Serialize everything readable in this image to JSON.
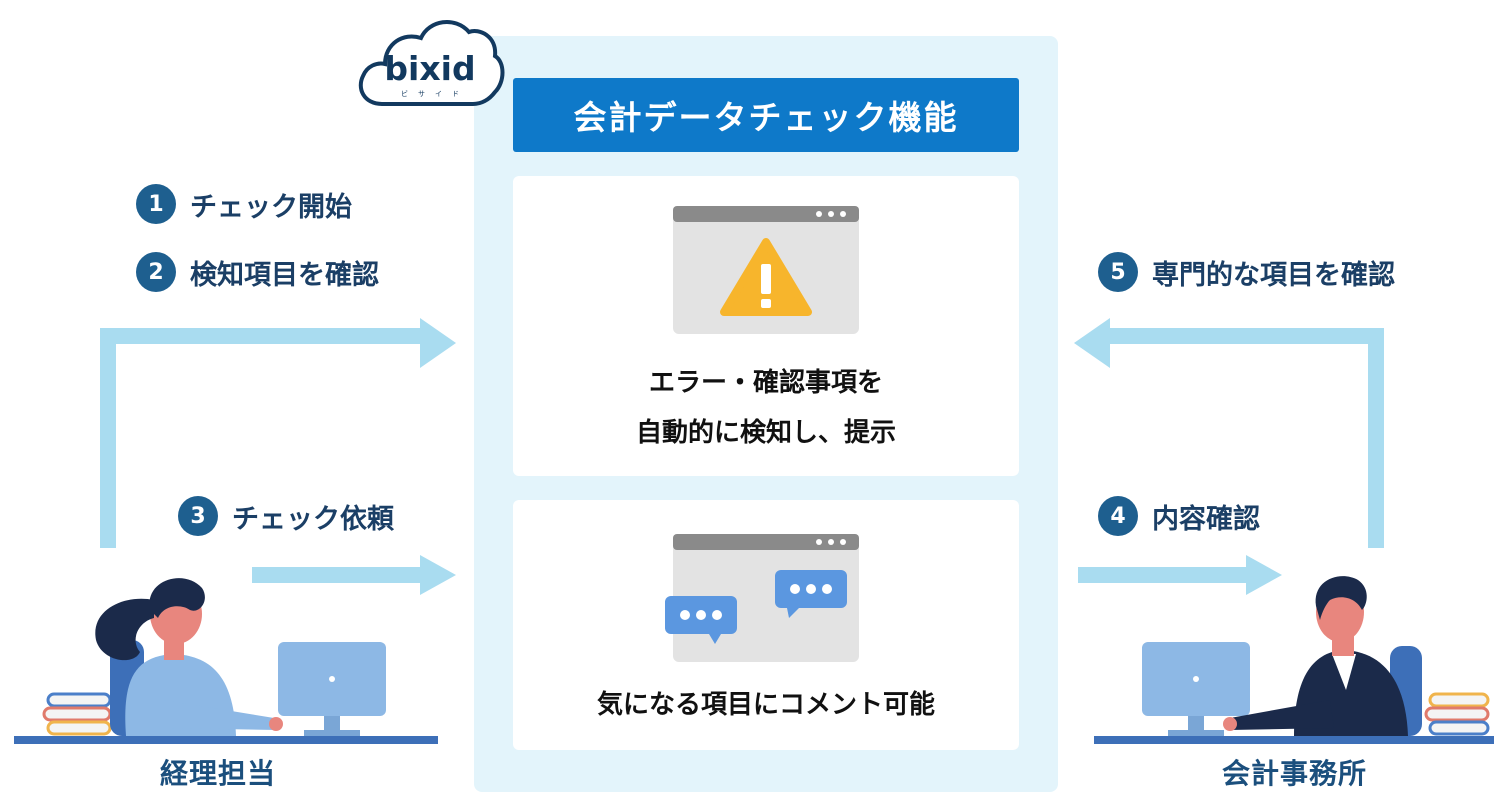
{
  "logo": {
    "word": "bixid",
    "sub": "ビサイド"
  },
  "title": "会計データチェック機能",
  "cards": [
    {
      "lines": [
        "エラー・確認事項を",
        "自動的に検知し、提示"
      ]
    },
    {
      "lines": [
        "気になる項目にコメント可能"
      ]
    }
  ],
  "steps": [
    {
      "num": "1",
      "label": "チェック開始"
    },
    {
      "num": "2",
      "label": "検知項目を確認"
    },
    {
      "num": "3",
      "label": "チェック依頼"
    },
    {
      "num": "4",
      "label": "内容確認"
    },
    {
      "num": "5",
      "label": "専門的な項目を確認"
    }
  ],
  "people": {
    "left": "経理担当",
    "right": "会計事務所"
  },
  "colors": {
    "title_bar": "#0e79c9",
    "panel": "#e3f4fb",
    "arrow": "#a9dcf0",
    "step_circle": "#1e5f8f",
    "warning": "#f7b52c",
    "chat_bubble": "#5b97e0",
    "desk": "#3d6fb8"
  },
  "icons": [
    "warning-icon",
    "chat-bubble-icon",
    "browser-window-icon",
    "cloud-icon"
  ]
}
